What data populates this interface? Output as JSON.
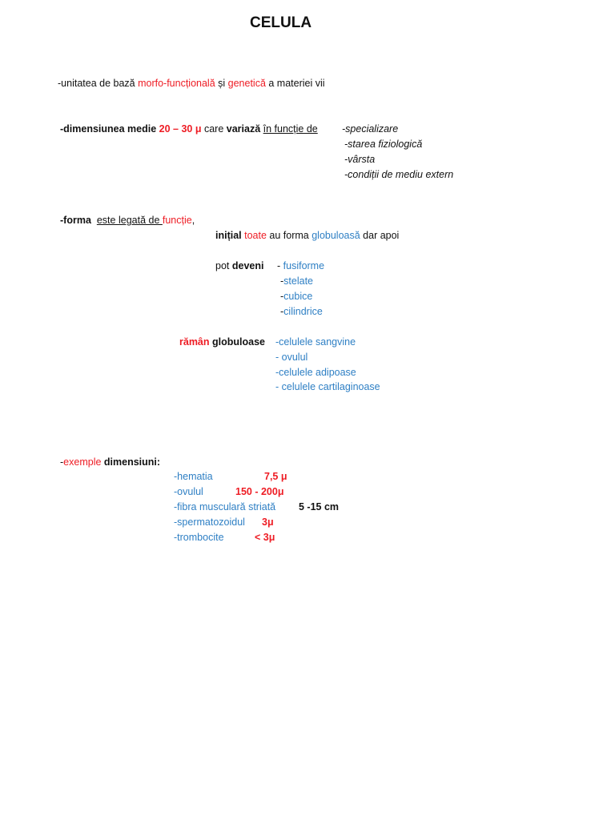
{
  "title": "CELULA",
  "definition": {
    "prefix": "-unitatea de bază ",
    "term1": "morfo-funcțională",
    "mid": " și ",
    "term2": "genetică",
    "suffix": " a materiei vii"
  },
  "dimension": {
    "prefix": "-dimensiunea medie ",
    "value": "20 – 30 μ",
    "care": " care ",
    "variaza": "variază",
    "space": " ",
    "in_functie": "în funcție de",
    "factors": [
      "-specializare",
      "-starea fiziologică",
      "-vârsta",
      "-condiții de mediu extern"
    ]
  },
  "form": {
    "prefix": "-forma",
    "linked": "este legată de ",
    "function": "funcție",
    "comma": ",",
    "initial_bold": "inițial",
    "initial_toate": " toate",
    "initial_mid": " au forma ",
    "initial_glob": "globuloasă",
    "initial_end": " dar apoi",
    "pot": "pot ",
    "deveni": "deveni",
    "become_dash": "- ",
    "become": [
      "fusiforme",
      "stelate",
      "cubice",
      "cilindrice"
    ],
    "raman": "rămân",
    "globuloase": " globuloase",
    "remain": [
      "-celulele sangvine",
      "- ovulul",
      "-celulele adipoase",
      "- celulele cartilaginoase"
    ]
  },
  "examples": {
    "prefix": "-",
    "label_red": "exemple",
    "label_black": " dimensiuni:",
    "items": [
      {
        "name": "-hematia",
        "value": "7,5 μ"
      },
      {
        "name": "-ovulul",
        "value": "150 - 200μ"
      },
      {
        "name": "-fibra musculară striată",
        "value": "5 -15 cm"
      },
      {
        "name": "-spermatozoidul",
        "value": "3μ"
      },
      {
        "name": "-trombocite",
        "value": "< 3μ"
      }
    ]
  },
  "colors": {
    "red": "#ee1c24",
    "blue": "#2e7fc4",
    "text": "#111111"
  }
}
